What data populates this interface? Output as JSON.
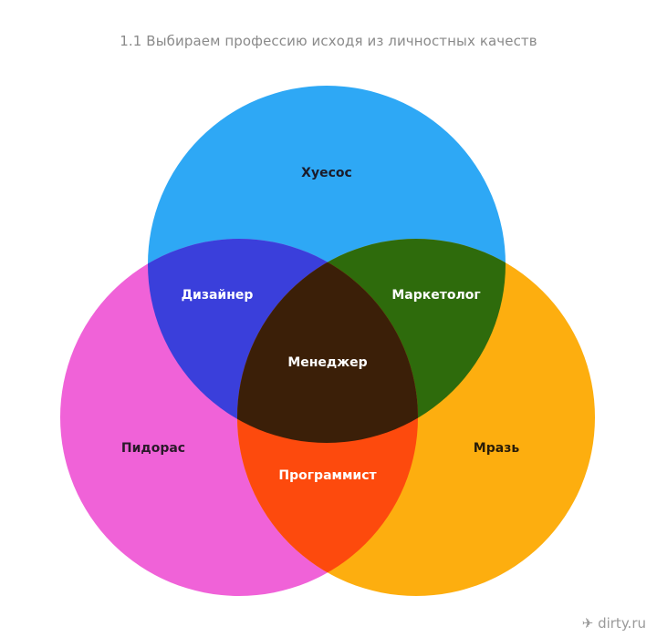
{
  "title": "1.1  Выбираем профессию исходя из личностных качеств",
  "circles": {
    "top": {
      "label": "Хуесос",
      "color": "#2ea8f5"
    },
    "left": {
      "label": "Пидорас",
      "color": "#f062d8"
    },
    "right": {
      "label": "Мразь",
      "color": "#fdae0f"
    }
  },
  "intersections": {
    "top_left": {
      "label": "Дизайнер",
      "color": "#3a3fdb"
    },
    "top_right": {
      "label": "Маркетолог",
      "color": "#2e6b0c"
    },
    "left_right": {
      "label": "Программист",
      "color": "#fd4a0d"
    },
    "center": {
      "label": "Менеджер",
      "color": "#3b1f08"
    }
  },
  "watermark": "dirty.ru"
}
